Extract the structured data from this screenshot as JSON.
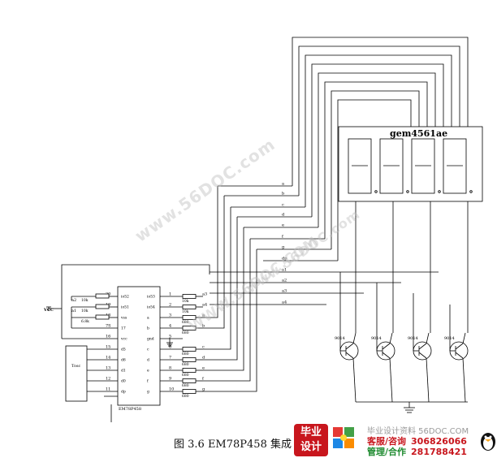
{
  "chip": {
    "name": "EM78P458",
    "left_pins": [
      {
        "num": "20",
        "name": "io52"
      },
      {
        "num": "19",
        "name": "io51"
      },
      {
        "num": "18",
        "name": "vss"
      },
      {
        "num": "7S",
        "name": "17"
      },
      {
        "num": "16",
        "name": "vcc"
      },
      {
        "num": "15",
        "name": "d5"
      },
      {
        "num": "14",
        "name": "d6"
      },
      {
        "num": "13",
        "name": "d1"
      },
      {
        "num": "12",
        "name": "d0"
      },
      {
        "num": "11",
        "name": "dp"
      }
    ],
    "right_pins": [
      {
        "num": "1",
        "name": "io53"
      },
      {
        "num": "2",
        "name": "io54"
      },
      {
        "num": "3",
        "name": "a"
      },
      {
        "num": "4",
        "name": "b"
      },
      {
        "num": "5",
        "name": "gnd"
      },
      {
        "num": "6",
        "name": "c"
      },
      {
        "num": "7",
        "name": "d"
      },
      {
        "num": "8",
        "name": "e"
      },
      {
        "num": "9",
        "name": "f"
      },
      {
        "num": "10",
        "name": "g"
      }
    ],
    "extra_pin": "dp"
  },
  "left_labels": {
    "vcc": "VCC",
    "a2": "a2",
    "a1": "a1",
    "r1": "10k",
    "r2": "10k",
    "r3": "6.8k",
    "osc": "Tosc"
  },
  "right_resistors": [
    {
      "value": "10k",
      "net": "a3"
    },
    {
      "value": "10k",
      "net": "a4"
    },
    {
      "value": "680",
      "net": "a"
    },
    {
      "value": "680",
      "net": "b"
    },
    {
      "value": "680",
      "net": "c"
    },
    {
      "value": "680",
      "net": "d"
    },
    {
      "value": "680",
      "net": "e"
    },
    {
      "value": "680",
      "net": "f"
    },
    {
      "value": "680",
      "net": "g"
    }
  ],
  "bus_labels": [
    "a",
    "b",
    "c",
    "d",
    "e",
    "f",
    "g",
    "dp",
    "a1",
    "a2",
    "a3",
    "a4"
  ],
  "display": {
    "model": "gem4561ae",
    "digits": 4
  },
  "transistors": [
    "9014",
    "9014",
    "9014",
    "9014"
  ],
  "caption": "图 3.6 EM78P458 集成",
  "watermarks": [
    "www.56DOC.com",
    "WWW.56DOC.COM",
    "www.56DOC.com"
  ],
  "footer": {
    "logo_text": "毕业\n设计",
    "line1": "毕业设计资料 56DOC.COM",
    "line2_label": "客服/咨询",
    "line2_num": "306826066",
    "line3_label": "管理/合作",
    "line3_num": "281788421"
  }
}
